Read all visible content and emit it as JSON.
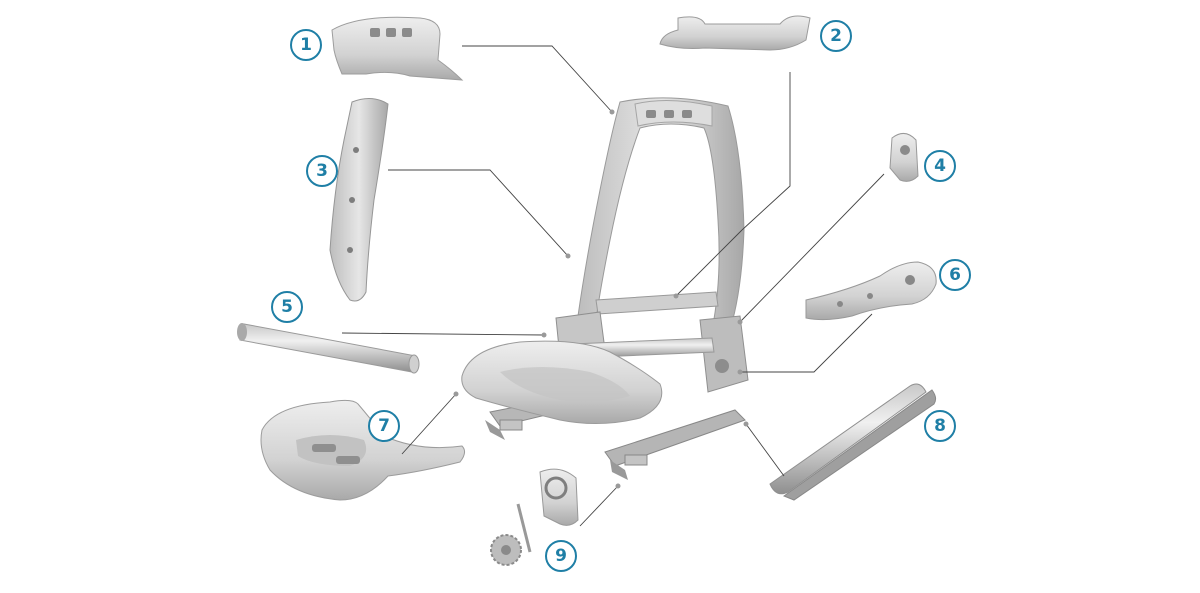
{
  "colors": {
    "accent": "#1f7fa6",
    "part_light": "#e7e7e7",
    "part_mid": "#cfcfcf",
    "part_dark": "#9c9c9c",
    "leader_line": "#444444"
  },
  "callouts": [
    {
      "id": "1",
      "label": "1"
    },
    {
      "id": "2",
      "label": "2"
    },
    {
      "id": "3",
      "label": "3"
    },
    {
      "id": "4",
      "label": "4"
    },
    {
      "id": "5",
      "label": "5"
    },
    {
      "id": "6",
      "label": "6"
    },
    {
      "id": "7",
      "label": "7"
    },
    {
      "id": "8",
      "label": "8"
    },
    {
      "id": "9",
      "label": "9"
    }
  ]
}
